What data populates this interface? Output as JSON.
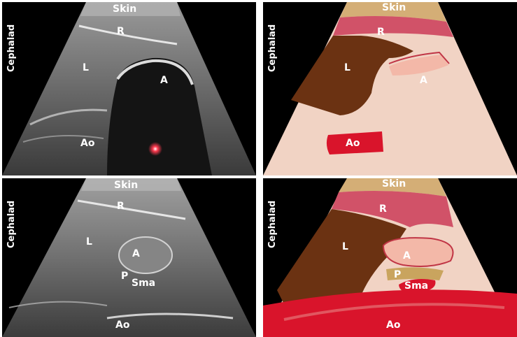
{
  "panels": {
    "top_left": {
      "orientation": "Cephalad",
      "labels": {
        "skin": "Skin",
        "r": "R",
        "l": "L",
        "a": "A",
        "ao": "Ao"
      }
    },
    "top_right": {
      "orientation": "Cephalad",
      "labels": {
        "skin": "Skin",
        "r": "R",
        "l": "L",
        "a": "A",
        "ao": "Ao"
      }
    },
    "bottom_left": {
      "orientation": "Cephalad",
      "labels": {
        "skin": "Skin",
        "r": "R",
        "l": "L",
        "a": "A",
        "p": "P",
        "sma": "Sma",
        "ao": "Ao"
      }
    },
    "bottom_right": {
      "orientation": "Cephalad",
      "labels": {
        "skin": "Skin",
        "r": "R",
        "l": "L",
        "a": "A",
        "p": "P",
        "sma": "Sma",
        "ao": "Ao"
      }
    }
  },
  "colors": {
    "fan_background": "#f1d3c4",
    "skin": "#d4ae76",
    "rectus": "#d15268",
    "liver": "#6b3212",
    "antrum_fill": "#f3b8a8",
    "antrum_outline": "#c03545",
    "aorta": "#d9142b",
    "pancreas": "#c9a45e",
    "sma": "#d9142b",
    "marker": "#ff3a4f"
  }
}
